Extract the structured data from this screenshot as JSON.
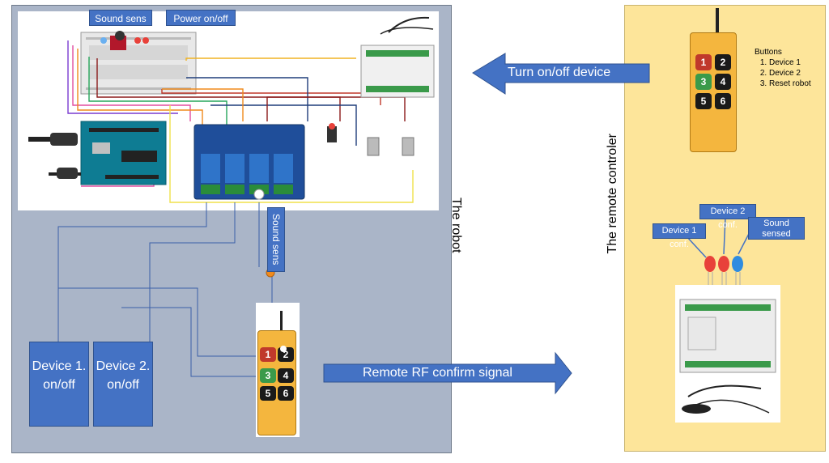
{
  "labels": {
    "sound_sens_top": "Sound sens",
    "power_onoff": "Power on/off",
    "sound_sens_vertical": "Sound sens",
    "robot_title": "The robot",
    "remote_title": "The remote controler",
    "turn_onoff": "Turn on/off device",
    "remote_rf": "Remote RF confirm signal",
    "device1": "Device 1. on/off",
    "device2": "Device 2. on/off",
    "device1_conf": "Device 1 conf.",
    "device2_conf": "Device 2 conf.",
    "sound_sensed": "Sound sensed"
  },
  "buttons_panel": {
    "title": "Buttons",
    "items": [
      "Device 1",
      "Device 2",
      "Reset robot"
    ]
  },
  "remote_keys": [
    "1",
    "2",
    "3",
    "4",
    "5",
    "6"
  ],
  "colors": {
    "robot_bg": "#aab5c8",
    "remote_bg": "#fde59a",
    "callout_blue": "#4472c4",
    "remote_yellow": "#f4b63e",
    "key_red": "#c0392b",
    "key_green": "#3a9a4a",
    "key_black": "#1a1a1a",
    "relay_blue": "#1f4e9a"
  }
}
